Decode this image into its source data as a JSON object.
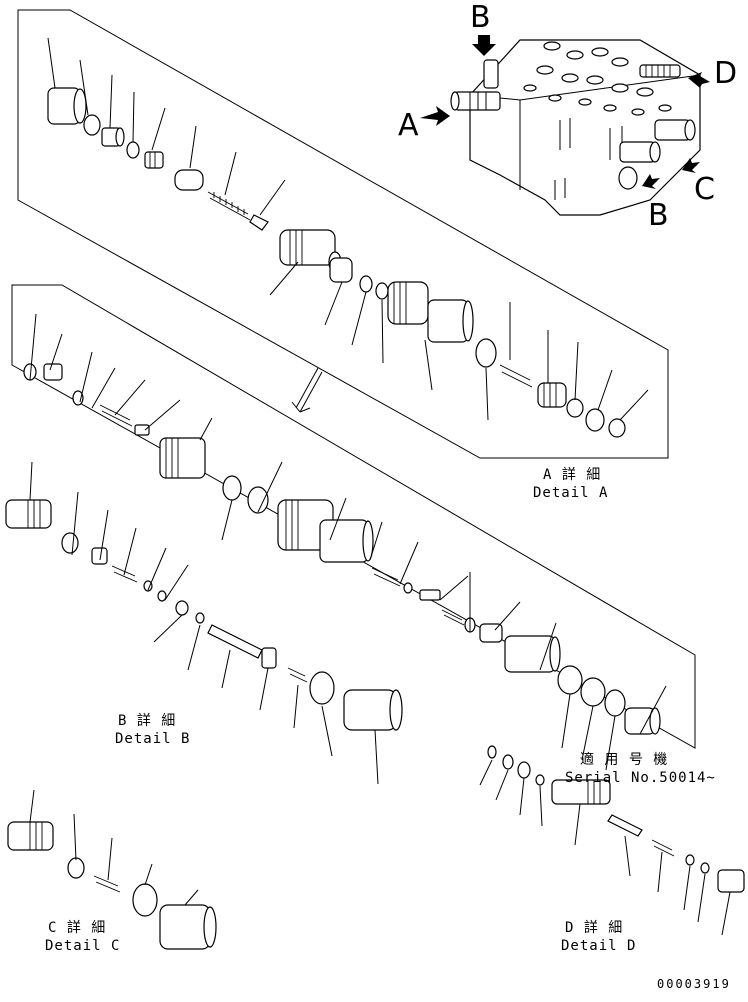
{
  "views": {
    "A": {
      "letter": "A"
    },
    "B": {
      "letter": "B"
    },
    "C": {
      "letter": "C"
    },
    "D": {
      "letter": "D"
    }
  },
  "details": {
    "A": {
      "jp": "A 詳 細",
      "en": "Detail A"
    },
    "B": {
      "jp": "B 詳 細",
      "en": "Detail B"
    },
    "C": {
      "jp": "C 詳 細",
      "en": "Detail C"
    },
    "D": {
      "jp": "D 詳 細",
      "en": "Detail D"
    }
  },
  "serial": {
    "jp": "適 用 号 機",
    "en": "Serial No.50014~"
  },
  "drawing_number": "00003919"
}
